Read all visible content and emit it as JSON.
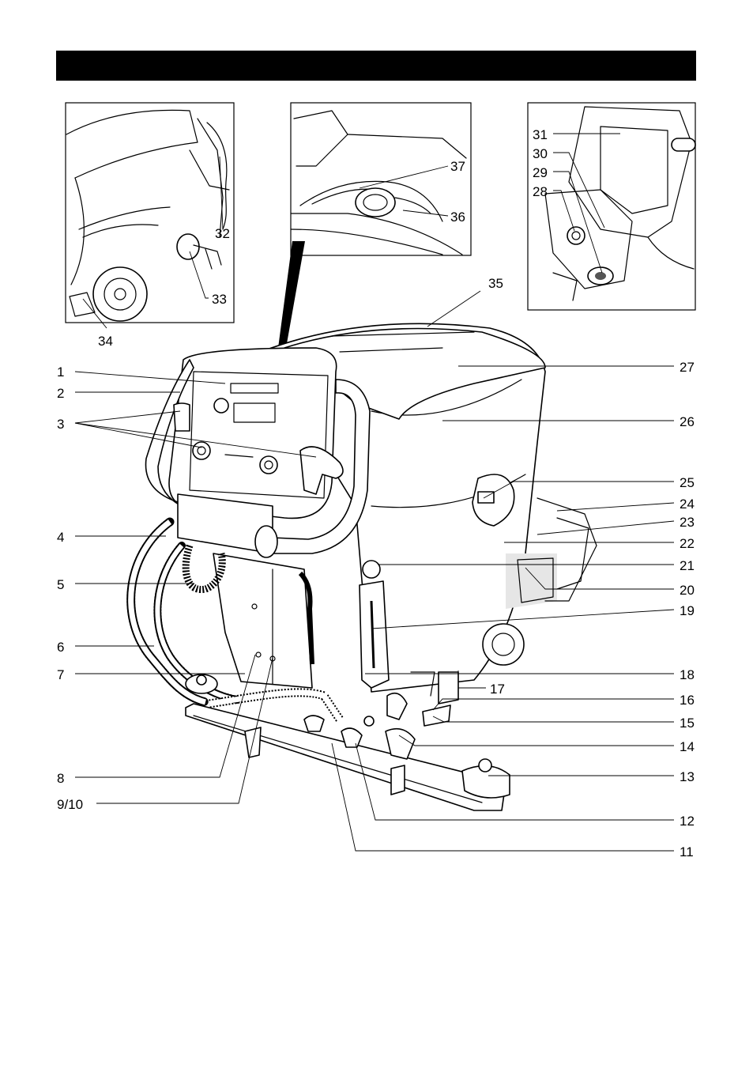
{
  "callouts": {
    "c1": "1",
    "c2": "2",
    "c3": "3",
    "c4": "4",
    "c5": "5",
    "c6": "6",
    "c7": "7",
    "c8": "8",
    "c9": "9/10",
    "c11": "11",
    "c12": "12",
    "c13": "13",
    "c14": "14",
    "c15": "15",
    "c16": "16",
    "c17": "17",
    "c18": "18",
    "c19": "19",
    "c20": "20",
    "c21": "21",
    "c22": "22",
    "c23": "23",
    "c24": "24",
    "c25": "25",
    "c26": "26",
    "c27": "27",
    "c28": "28",
    "c29": "29",
    "c30": "30",
    "c31": "31",
    "c32": "32",
    "c33": "33",
    "c34": "34",
    "c35": "35",
    "c36": "36",
    "c37": "37"
  }
}
